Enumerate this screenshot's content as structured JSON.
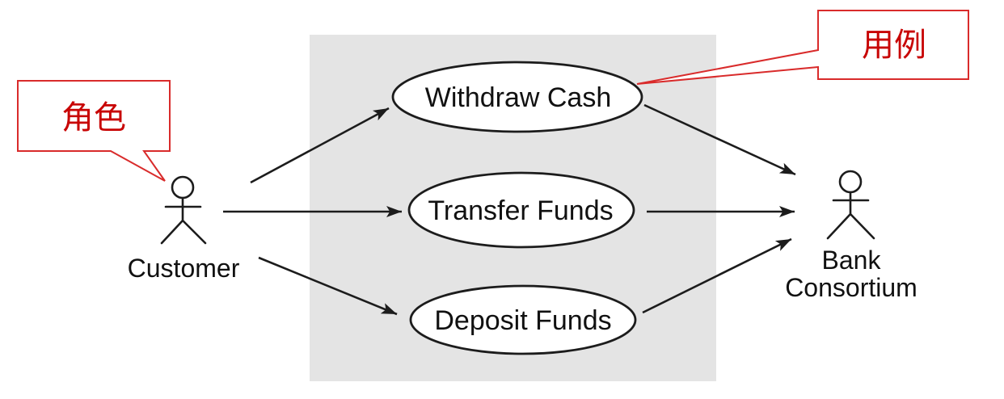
{
  "diagram": {
    "type": "uml-use-case",
    "actors": [
      {
        "id": "customer",
        "label": "Customer"
      },
      {
        "id": "bank-consortium",
        "label_lines": [
          "Bank",
          "Consortium"
        ]
      }
    ],
    "use_cases": [
      {
        "id": "withdraw-cash",
        "label": "Withdraw Cash"
      },
      {
        "id": "transfer-funds",
        "label": "Transfer Funds"
      },
      {
        "id": "deposit-funds",
        "label": "Deposit Funds"
      }
    ],
    "associations": [
      {
        "from": "Customer",
        "to": "Withdraw Cash"
      },
      {
        "from": "Customer",
        "to": "Transfer Funds"
      },
      {
        "from": "Customer",
        "to": "Deposit Funds"
      },
      {
        "from": "Withdraw Cash",
        "to": "Bank Consortium"
      },
      {
        "from": "Transfer Funds",
        "to": "Bank Consortium"
      },
      {
        "from": "Deposit Funds",
        "to": "Bank Consortium"
      }
    ],
    "callouts": [
      {
        "id": "actor-callout",
        "label": "角色",
        "points_to": "Customer"
      },
      {
        "id": "use-case-callout",
        "label": "用例",
        "points_to": "Withdraw Cash"
      }
    ],
    "colors": {
      "callout_red": "#d92b2b",
      "callout_text_red": "#c80505",
      "boundary_fill": "#e4e4e4",
      "line_black": "#1c1c1c"
    }
  }
}
